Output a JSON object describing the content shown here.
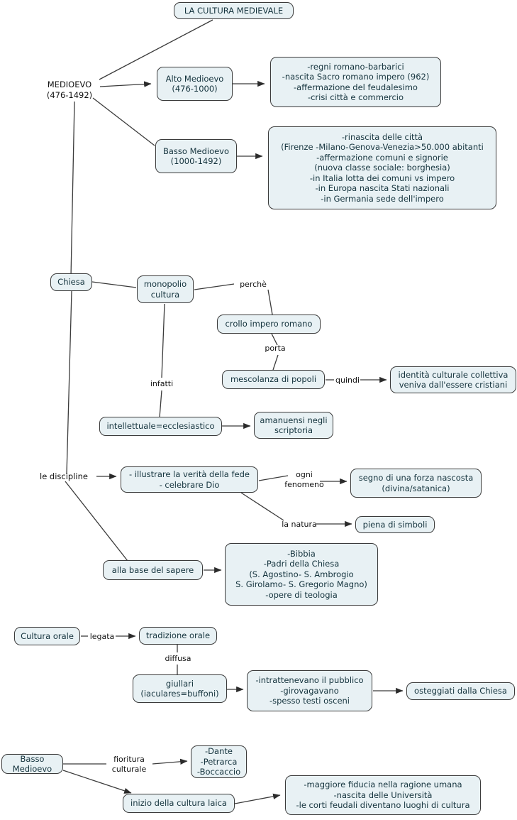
{
  "title": "LA CULTURA MEDIEVALE",
  "colors": {
    "node_fill": "#e8f1f4",
    "node_border": "#3b3b3b",
    "text": "#14333d",
    "edge": "#3b3b3b",
    "background": "#ffffff"
  },
  "nodes": {
    "title_box": "LA CULTURA MEDIEVALE",
    "medioevo": "MEDIOEVO\n(476-1492)",
    "alto_medioevo": "Alto Medioevo\n(476-1000)",
    "alto_medioevo_details": "-regni romano-barbarici\n-nascita Sacro romano impero (962)\n-affermazione del feudalesimo\n-crisi città e commercio",
    "basso_medioevo": "Basso Medioevo\n(1000-1492)",
    "basso_medioevo_details": "-rinascita delle città\n(Firenze -Milano-Genova-Venezia>50.000 abitanti\n-affermazione comuni e signorie\n(nuova classe sociale: borghesia)\n-in Italia lotta dei comuni vs impero\n-in Europa nascita Stati nazionali\n-in Germania sede dell'impero",
    "chiesa": "Chiesa",
    "monopolio_cultura": "monopolio\ncultura",
    "crollo_impero": "crollo impero romano",
    "mescolanza": "mescolanza di popoli",
    "identita": "identità culturale collettiva\nveniva dall'essere cristiani",
    "intellettuale": "intellettuale=ecclesiastico",
    "amanuensi": "amanuensi negli\nscriptoria",
    "le_discipline": "le discipline",
    "illustrare": "- illustrare la verità della fede\n- celebrare Dio",
    "segno": "segno di una forza nascosta\n(divina/satanica)",
    "piena_simboli": "piena di simboli",
    "alla_base": "alla base del sapere",
    "bibbia": "-Bibbia\n-Padri della Chiesa\n(S. Agostino- S. Ambrogio\nS. Girolamo- S. Gregorio Magno)\n-opere di teologia",
    "cultura_orale": "Cultura orale",
    "tradizione_orale": "tradizione orale",
    "giullari": "giullari\n(iaculares=buffoni)",
    "intrattenevano": "-intrattenevano il pubblico\n-girovagavano\n-spesso testi osceni",
    "osteggiati": "osteggiati dalla Chiesa",
    "basso_medioevo_2": "Basso Medioevo",
    "autori": "-Dante\n-Petrarca\n-Boccaccio",
    "cultura_laica": "inizio della cultura laica",
    "cultura_laica_details": "-maggiore fiducia nella ragione umana\n-nascita delle Università\n-le corti feudali diventano luoghi di cultura"
  },
  "edge_labels": {
    "perche": "perchè",
    "porta": "porta",
    "quindi": "quindi",
    "infatti": "infatti",
    "ogni_fenomeno": "ogni\nfenomeno",
    "la_natura": "la natura",
    "legata": "legata",
    "diffusa": "diffusa",
    "fioritura_culturale": "fioritura\nculturale"
  }
}
